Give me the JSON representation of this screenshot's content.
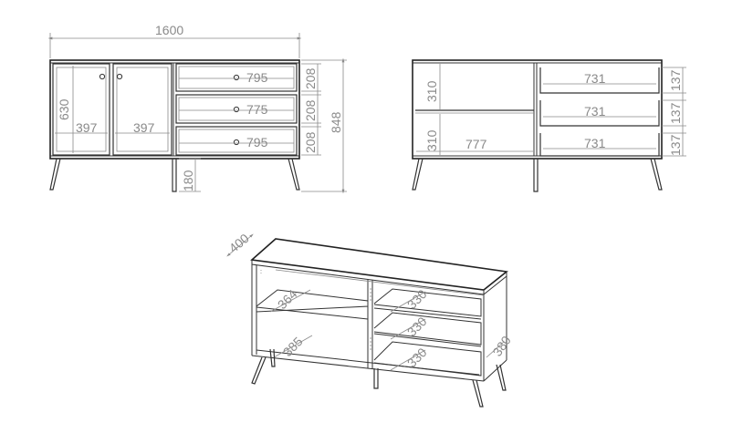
{
  "front_view": {
    "width": "1600",
    "height": "848",
    "door_height": "630",
    "door_width_left": "397",
    "door_width_right": "397",
    "drawer_widths": [
      "795",
      "775",
      "795"
    ],
    "drawer_heights": [
      "208",
      "208",
      "208"
    ],
    "leg_height": "180"
  },
  "section_view": {
    "shelf_height_top": "310",
    "shelf_height_bottom": "310",
    "inner_width": "777",
    "drawer_inner_widths": [
      "731",
      "731",
      "731"
    ],
    "drawer_inner_heights": [
      "137",
      "137",
      "137"
    ]
  },
  "iso_view": {
    "depth": "400",
    "shelf_depth_top": "364",
    "shelf_depth_bottom": "385",
    "drawer_depths": [
      "330",
      "330",
      "330"
    ],
    "side_depth": "380"
  }
}
